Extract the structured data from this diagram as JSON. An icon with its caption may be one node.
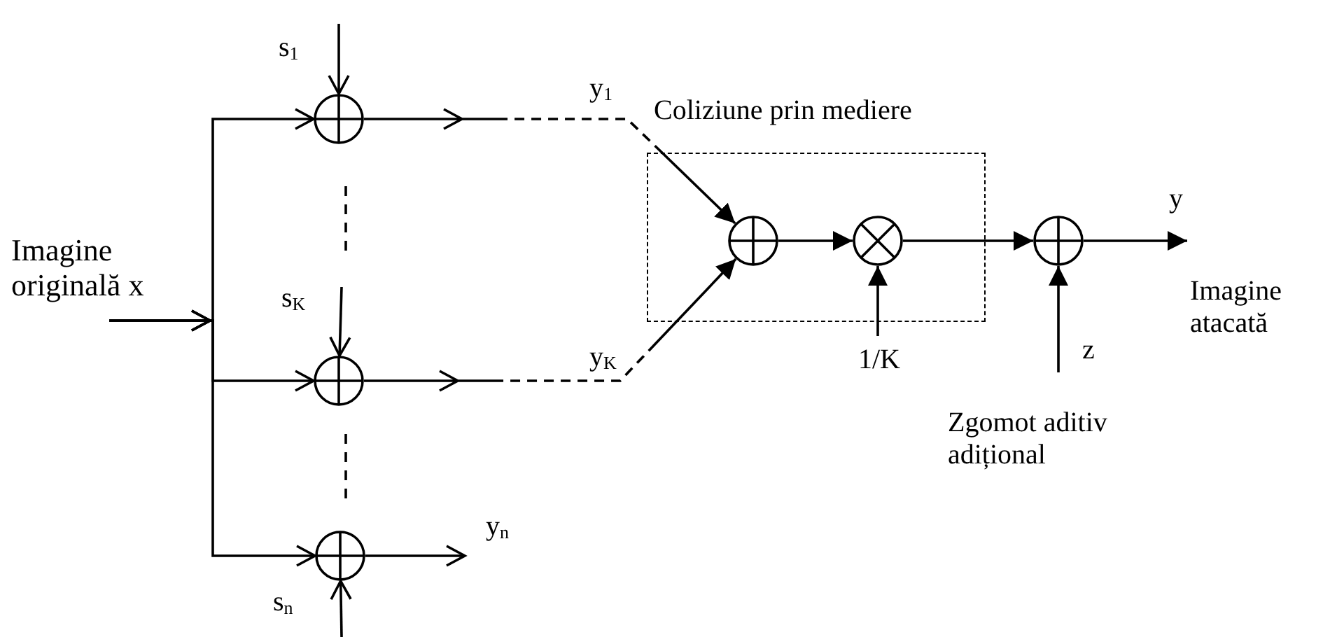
{
  "diagram": {
    "nodes": [
      {
        "text": [
          "Imagine originală x"
        ]
      },
      {
        "text": [],
        "shape": "circle"
      },
      {
        "text": [],
        "shape": "circle"
      },
      {
        "text": [],
        "shape": "circle"
      },
      {
        "text": [
          "Coliziune prin mediere"
        ]
      },
      {
        "text": [],
        "shape": "circle",
        "in": 4
      },
      {
        "text": [],
        "shape": "circle",
        "in": 4
      },
      {
        "text": [],
        "shape": "circle"
      }
    ],
    "edges": [
      {
        "from": 0,
        "to": 1,
        "arrow": "to"
      },
      {
        "from": 0,
        "to": 2,
        "arrow": "to"
      },
      {
        "from": 0,
        "to": 3,
        "arrow": "to"
      },
      {
        "from": null,
        "to": 1,
        "arrow": "to",
        "label": "s$_{1}$"
      },
      {
        "from": null,
        "to": 2,
        "arrow": "to",
        "label": "s$_{K}$"
      },
      {
        "from": null,
        "to": 3,
        "arrow": "to",
        "label": "s$_{n}$"
      },
      {
        "from": 1,
        "to": 5,
        "arrow": "to",
        "label": "y$_{1}$",
        "style": "dashed"
      },
      {
        "from": 2,
        "to": 5,
        "arrow": "to",
        "label": "y$_{K}$",
        "style": "dashed"
      },
      {
        "from": 3,
        "to": null,
        "arrow": "to",
        "label": "y$_{n}$"
      },
      {
        "from": 5,
        "to": 6,
        "arrow": "to"
      },
      {
        "from": 6,
        "to": 7,
        "arrow": "to"
      },
      {
        "from": null,
        "to": 6,
        "arrow": "to",
        "label": "1/K"
      },
      {
        "from": null,
        "to": 7,
        "arrow": "to",
        "label": "z"
      },
      {
        "from": 7,
        "to": null,
        "arrow": "to",
        "label": "y"
      }
    ],
    "labels": [
      "Imagine atacată",
      "Zgomot aditiv adițional"
    ]
  }
}
